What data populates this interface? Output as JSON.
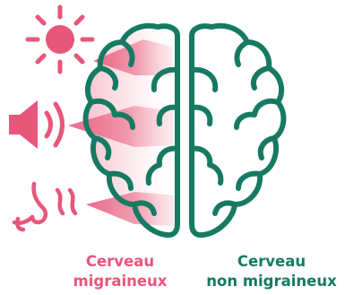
{
  "colors": {
    "pink": "#e8567a",
    "pink_light": "#f8d3dc",
    "green": "#167a62",
    "background": "#ffffff"
  },
  "icons": [
    "sun-icon",
    "speaker-icon",
    "nose-icon",
    "brain-icon"
  ],
  "captions": {
    "left": {
      "line1": "Cerveau",
      "line2": "migraineux",
      "color": "#e8567a"
    },
    "right": {
      "line1": "Cerveau",
      "line2": "non migraineux",
      "color": "#167a62"
    }
  }
}
